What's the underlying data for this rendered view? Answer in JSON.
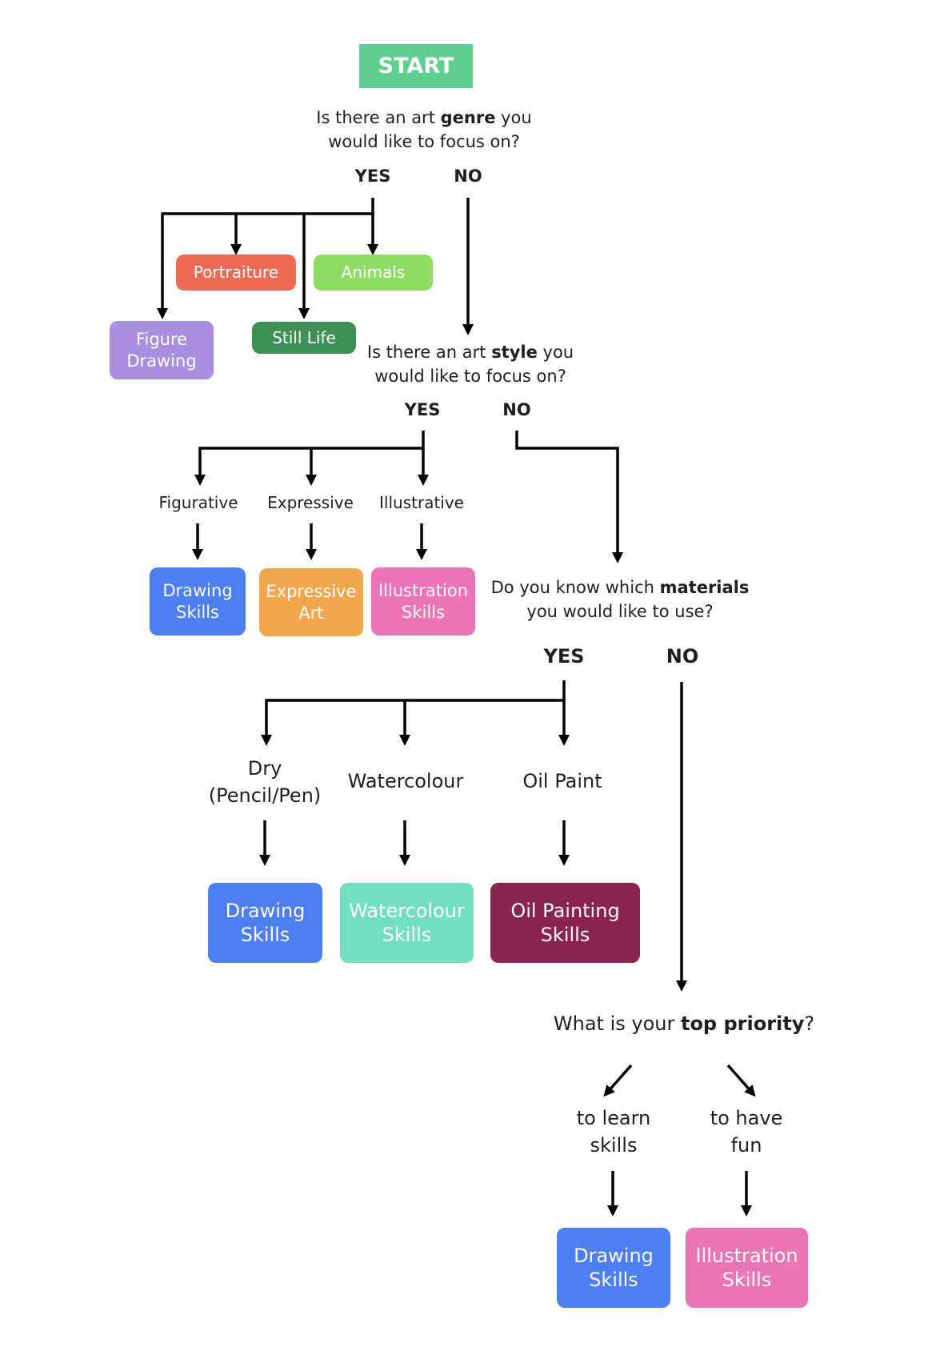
{
  "start": {
    "label": "START",
    "color": "#5fcf8f"
  },
  "genre_question": {
    "pre": "Is there an art ",
    "keyword": "genre",
    "post": " you",
    "line2": "would like to focus on?"
  },
  "genre_yes": "YES",
  "genre_no": "NO",
  "genres": [
    {
      "label": "Portraiture",
      "color": "#ee6a55"
    },
    {
      "label": "Animals",
      "color": "#8fdd63"
    },
    {
      "label": "Figure Drawing",
      "color": "#a98ddf"
    },
    {
      "label": "Still Life",
      "color": "#3e8f55"
    }
  ],
  "style_question": {
    "pre": "Is there an art ",
    "keyword": "style",
    "post": " you",
    "line2": "would like to focus on?"
  },
  "style_yes": "YES",
  "style_no": "NO",
  "styles": [
    "Figurative",
    "Expressive",
    "Illustrative"
  ],
  "style_results": [
    {
      "label": "Drawing Skills",
      "color": "#4d7ff2"
    },
    {
      "label": "Expressive Art",
      "color": "#f2a64e"
    },
    {
      "label": "Illustration Skills",
      "color": "#ec74b5"
    }
  ],
  "materials_question": {
    "pre": "Do you know which ",
    "keyword": "materials",
    "line2": "you would like to use?"
  },
  "materials_yes": "YES",
  "materials_no": "NO",
  "materials": [
    "Dry (Pencil/Pen)",
    "Watercolour",
    "Oil Paint"
  ],
  "material_results": [
    {
      "label": "Drawing Skills",
      "color": "#4d7ff2"
    },
    {
      "label": "Watercolour Skills",
      "color": "#72dfc0"
    },
    {
      "label": "Oil Painting Skills",
      "color": "#8a2350"
    }
  ],
  "priority_question": {
    "pre": "What is your ",
    "keyword": "top priority",
    "post": "?"
  },
  "priorities": [
    "to learn skills",
    "to have fun"
  ],
  "priority_results": [
    {
      "label": "Drawing Skills",
      "color": "#4d7ff2"
    },
    {
      "label": "Illustration Skills",
      "color": "#ec74b5"
    }
  ]
}
